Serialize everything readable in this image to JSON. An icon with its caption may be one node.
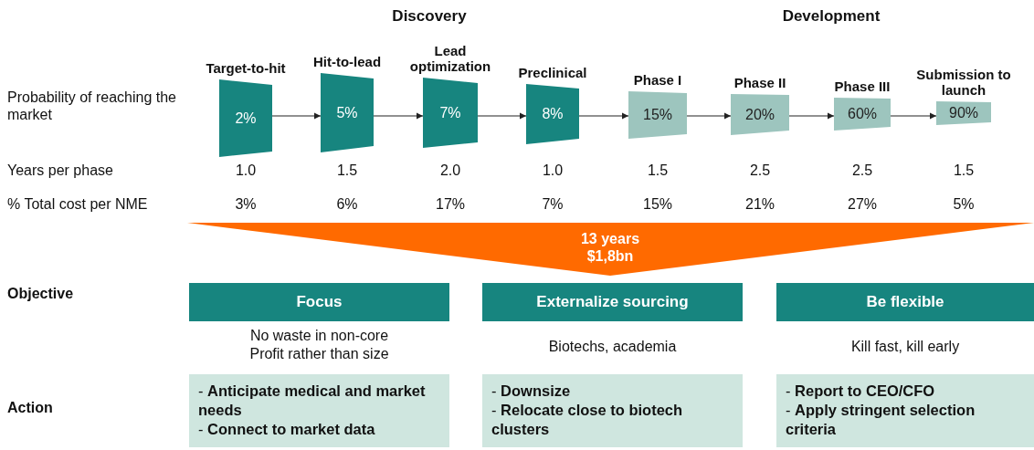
{
  "diagram": {
    "nodes": [
      {
        "text": [
          "Target-to-hit",
          "2%"
        ]
      },
      {
        "text": [
          "Hit-to-lead",
          "5%"
        ]
      },
      {
        "text": [
          "Lead optimization",
          "7%"
        ]
      },
      {
        "text": [
          "Preclinical",
          "8%"
        ]
      },
      {
        "text": [
          "Phase I",
          "15%"
        ]
      },
      {
        "text": [
          "Phase II",
          "20%"
        ]
      },
      {
        "text": [
          "Phase III",
          "60%"
        ]
      },
      {
        "text": [
          "Submission to launch",
          "90%"
        ]
      },
      {
        "text": [
          "13 years",
          "$1,8bn"
        ]
      },
      {
        "text": [
          "Focus"
        ],
        "beside": [
          "No waste in non-core",
          "Profit rather than size"
        ]
      },
      {
        "text": [
          "Externalize sourcing"
        ],
        "beside": [
          "Biotechs, academia"
        ]
      },
      {
        "text": [
          "Be flexible"
        ],
        "beside": [
          "Kill fast, kill early"
        ]
      },
      {
        "text": [
          "- **Anticipate medical and market needs**",
          "- **Connect to market data**"
        ]
      },
      {
        "text": [
          "- **Downsize**",
          "- **Relocate close to biotech clusters**"
        ]
      },
      {
        "text": [
          "- **Report to CEO/CFO**",
          "- **Apply stringent selection criteria**"
        ]
      }
    ],
    "edges": [
      {
        "from": 0,
        "to": 1,
        "arrow": "to"
      },
      {
        "from": 1,
        "to": 2,
        "arrow": "to"
      },
      {
        "from": 2,
        "to": 3,
        "arrow": "to"
      },
      {
        "from": 3,
        "to": 4,
        "arrow": "to"
      },
      {
        "from": 4,
        "to": 5,
        "arrow": "to"
      },
      {
        "from": 5,
        "to": 6,
        "arrow": "to"
      },
      {
        "from": 6,
        "to": 7,
        "arrow": "to"
      }
    ],
    "labels": [
      "Discovery",
      "Development",
      "Probability of reaching the market",
      "Years per phase",
      "1.0",
      "1.5",
      "2.0",
      "1.0",
      "1.5",
      "2.5",
      "2.5",
      "1.5",
      "% Total cost per NME",
      "3%",
      "6%",
      "17%",
      "7%",
      "15%",
      "21%",
      "27%",
      "5%",
      "Objective",
      "Action"
    ]
  }
}
